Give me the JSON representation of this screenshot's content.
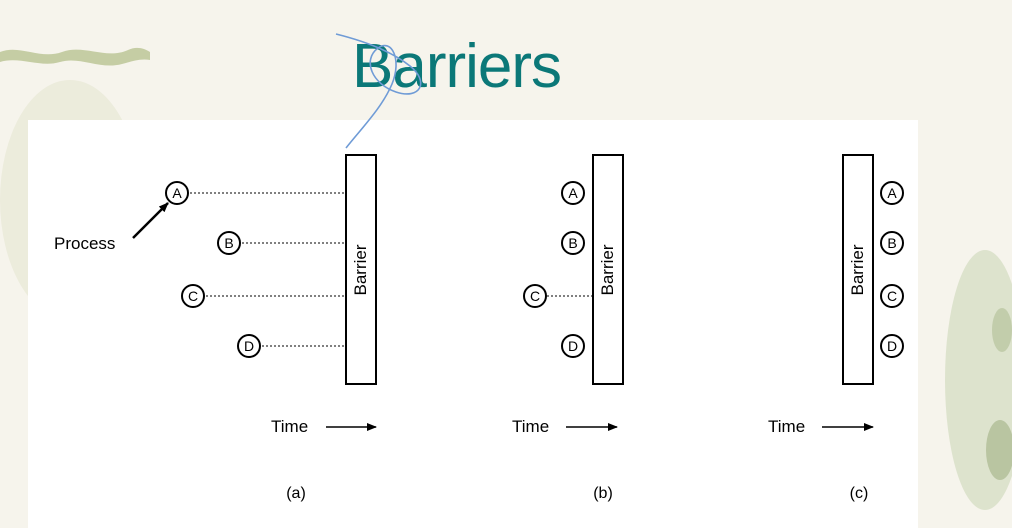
{
  "slide": {
    "title": "Barriers",
    "accent_color": "#0b7878"
  },
  "diagram": {
    "process_label": "Process",
    "barrier_label": "Barrier",
    "time_label": "Time",
    "panels": [
      {
        "caption": "(a)",
        "processes": [
          {
            "label": "A",
            "state": "arriving"
          },
          {
            "label": "B",
            "state": "arriving"
          },
          {
            "label": "C",
            "state": "arriving"
          },
          {
            "label": "D",
            "state": "arriving"
          }
        ]
      },
      {
        "caption": "(b)",
        "processes": [
          {
            "label": "A",
            "state": "blocked"
          },
          {
            "label": "B",
            "state": "blocked"
          },
          {
            "label": "C",
            "state": "arriving"
          },
          {
            "label": "D",
            "state": "blocked"
          }
        ]
      },
      {
        "caption": "(c)",
        "processes": [
          {
            "label": "A",
            "state": "passed"
          },
          {
            "label": "B",
            "state": "passed"
          },
          {
            "label": "C",
            "state": "passed"
          },
          {
            "label": "D",
            "state": "passed"
          }
        ]
      }
    ]
  }
}
